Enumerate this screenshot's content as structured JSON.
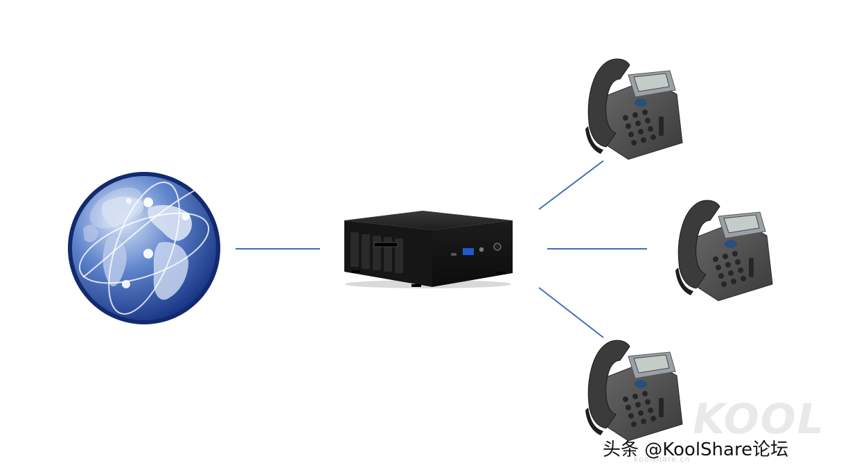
{
  "diagram": {
    "nodes": [
      {
        "id": "internet",
        "icon": "globe-icon"
      },
      {
        "id": "mini-pc",
        "icon": "mini-pc-icon"
      },
      {
        "id": "phone-1",
        "icon": "ip-phone-icon"
      },
      {
        "id": "phone-2",
        "icon": "ip-phone-icon"
      },
      {
        "id": "phone-3",
        "icon": "ip-phone-icon"
      }
    ],
    "edges": [
      {
        "from": "internet",
        "to": "mini-pc"
      },
      {
        "from": "mini-pc",
        "to": "phone-1"
      },
      {
        "from": "mini-pc",
        "to": "phone-2"
      },
      {
        "from": "mini-pc",
        "to": "phone-3"
      }
    ],
    "line_color": "#3a6fb8"
  },
  "watermark": {
    "logo_text": "KOOL",
    "sub_text": "koolshare.cn",
    "credit": "头条 @KoolShare论坛"
  }
}
